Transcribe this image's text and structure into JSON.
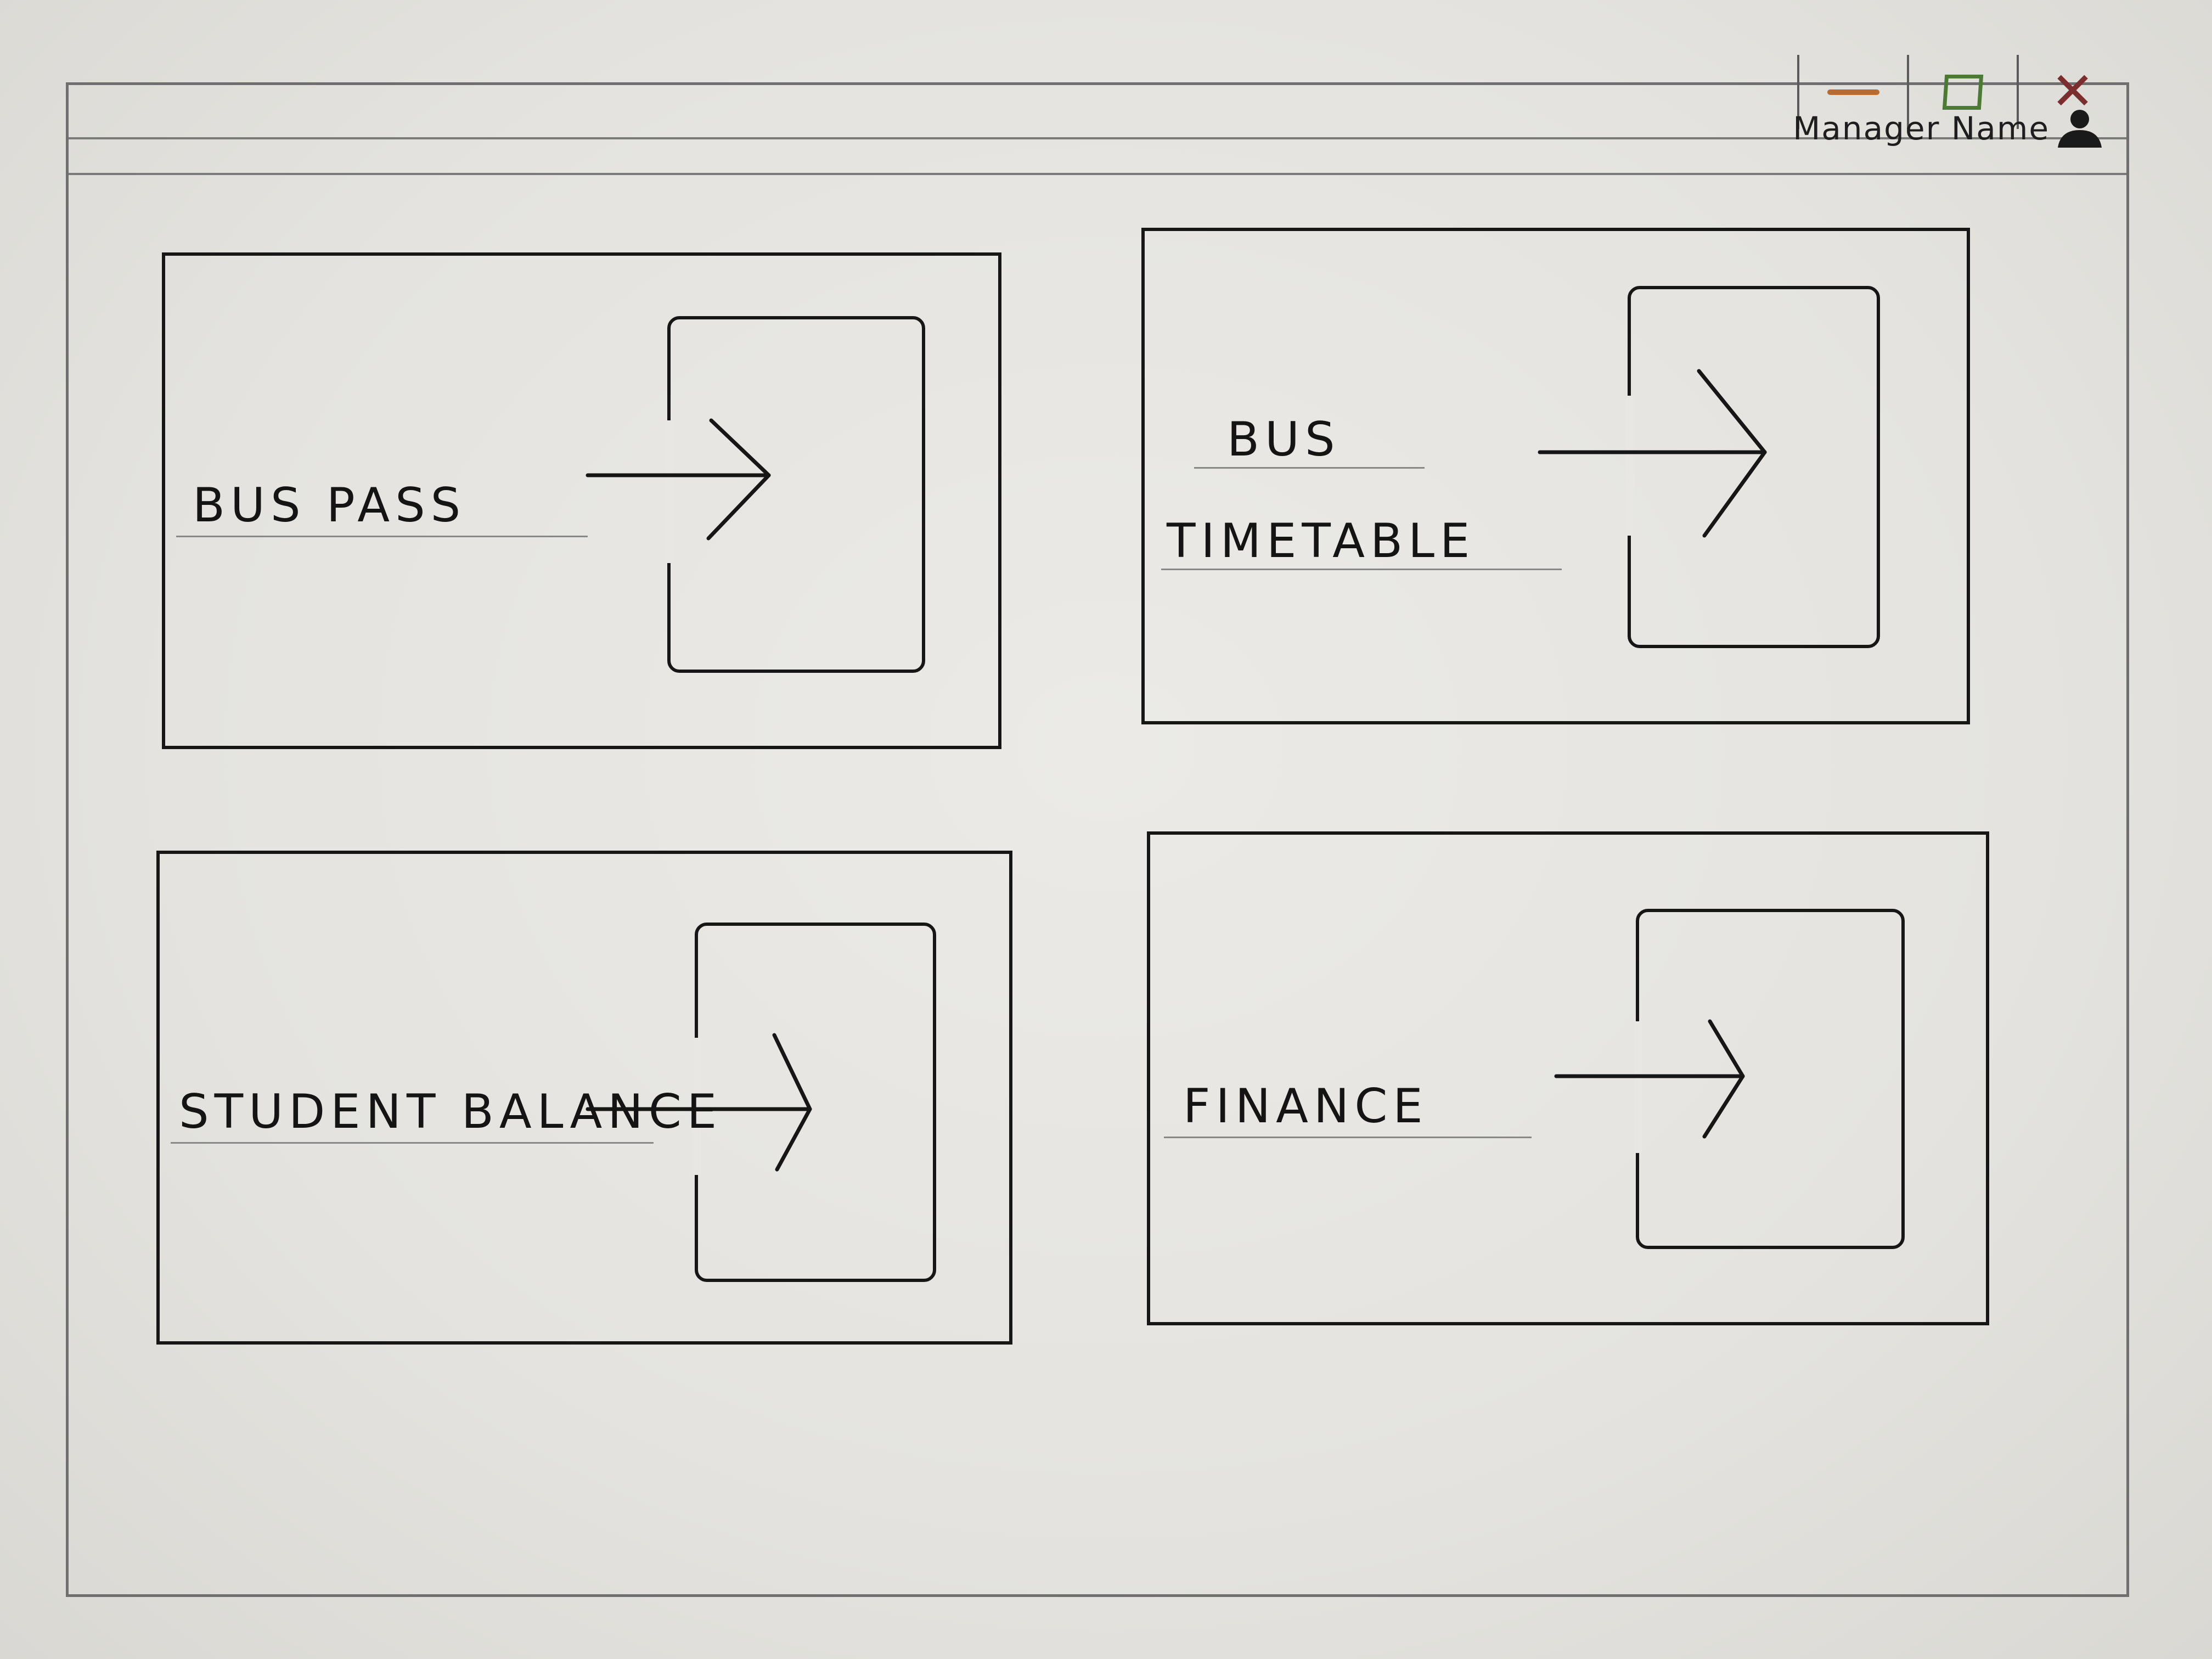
{
  "window": {
    "controls": {
      "minimize": "minimize-icon",
      "maximize": "maximize-icon",
      "close": "close-icon"
    },
    "user": {
      "name": "Manager Name",
      "icon": "user-icon"
    }
  },
  "cards": [
    {
      "title": "BUS PASS",
      "icon": "enter-arrow-icon"
    },
    {
      "title_line1": "BUS",
      "title_line2": "TIMETABLE",
      "icon": "enter-arrow-icon"
    },
    {
      "title": "STUDENT BALANCE",
      "icon": "enter-arrow-icon"
    },
    {
      "title": "FINANCE",
      "icon": "enter-arrow-icon"
    }
  ],
  "colors": {
    "ink": "#161616",
    "minimize": "#b86b2e",
    "maximize": "#4a7a34",
    "close": "#7a2e2e"
  }
}
